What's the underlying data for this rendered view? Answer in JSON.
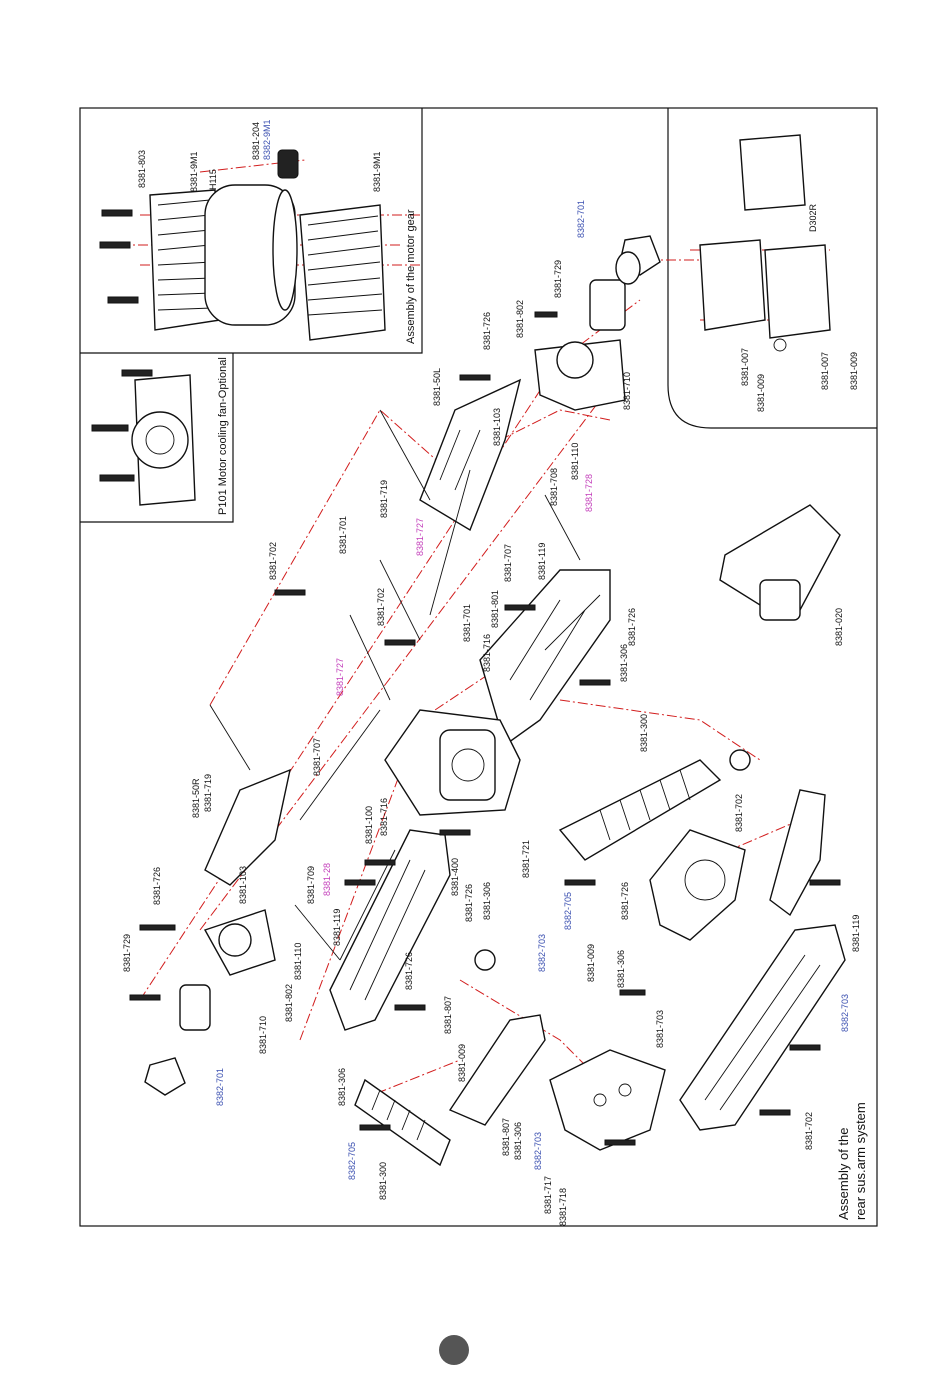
{
  "boxes": {
    "cooling_fan_title": "P101 Motor cooling fan-Optional",
    "motor_gear_title": "Assembly of the motor gear",
    "main_title_line1": "Assembly of the",
    "main_title_line2": "rear sus.arm system"
  },
  "labels": [
    {
      "id": "803",
      "text": "8381-803",
      "color": "black"
    },
    {
      "id": "9m1a",
      "text": "8381-9M1",
      "color": "black"
    },
    {
      "id": "h115",
      "text": "H115",
      "color": "black"
    },
    {
      "id": "204",
      "text": "8381-204",
      "color": "black"
    },
    {
      "id": "9m1b",
      "text": "8382-9M1",
      "color": "blue"
    },
    {
      "id": "9m1c",
      "text": "8381-9M1",
      "color": "black"
    },
    {
      "id": "d302r",
      "text": "D302R",
      "color": "black"
    },
    {
      "id": "701b_top",
      "text": "8382-701",
      "color": "blue"
    },
    {
      "id": "729_top",
      "text": "8381-729",
      "color": "black"
    },
    {
      "id": "726_top",
      "text": "8381-726",
      "color": "black"
    },
    {
      "id": "802_top",
      "text": "8381-802",
      "color": "black"
    },
    {
      "id": "50l",
      "text": "8381-50L",
      "color": "black"
    },
    {
      "id": "103_top",
      "text": "8381-103",
      "color": "black"
    },
    {
      "id": "710_top",
      "text": "8381-710",
      "color": "black"
    },
    {
      "id": "110_top",
      "text": "8381-110",
      "color": "black"
    },
    {
      "id": "708_top",
      "text": "8381-708",
      "color": "black"
    },
    {
      "id": "728",
      "text": "8381-728",
      "color": "pink"
    },
    {
      "id": "007a",
      "text": "8381-007",
      "color": "black"
    },
    {
      "id": "009a",
      "text": "8381-009",
      "color": "black"
    },
    {
      "id": "007b",
      "text": "8381-007",
      "color": "black"
    },
    {
      "id": "009b",
      "text": "8381-009",
      "color": "black"
    },
    {
      "id": "719_top",
      "text": "8381-719",
      "color": "black"
    },
    {
      "id": "701_top",
      "text": "8381-701",
      "color": "black"
    },
    {
      "id": "702_top",
      "text": "8381-702",
      "color": "black"
    },
    {
      "id": "727_top",
      "text": "8381-727",
      "color": "pink"
    },
    {
      "id": "707_top",
      "text": "8381-707",
      "color": "black"
    },
    {
      "id": "119_top",
      "text": "8381-119",
      "color": "black"
    },
    {
      "id": "702_mid",
      "text": "8381-702",
      "color": "black"
    },
    {
      "id": "701_mid",
      "text": "8381-701",
      "color": "black"
    },
    {
      "id": "801",
      "text": "8381-801",
      "color": "black"
    },
    {
      "id": "716_top",
      "text": "8381-716",
      "color": "black"
    },
    {
      "id": "726_mid",
      "text": "8381-726",
      "color": "black"
    },
    {
      "id": "306_mid",
      "text": "8381-306",
      "color": "black"
    },
    {
      "id": "020",
      "text": "8381-020",
      "color": "black"
    },
    {
      "id": "727_left",
      "text": "8381-727",
      "color": "pink"
    },
    {
      "id": "300_top",
      "text": "8381-300",
      "color": "black"
    },
    {
      "id": "707_left",
      "text": "8381-707",
      "color": "black"
    },
    {
      "id": "50r",
      "text": "8381-50R",
      "color": "black"
    },
    {
      "id": "719_left",
      "text": "8381-719",
      "color": "black"
    },
    {
      "id": "100",
      "text": "8381-100",
      "color": "black"
    },
    {
      "id": "716_left",
      "text": "8381-716",
      "color": "black"
    },
    {
      "id": "702_right",
      "text": "8381-702",
      "color": "black"
    },
    {
      "id": "726_left",
      "text": "8381-726",
      "color": "black"
    },
    {
      "id": "103_left",
      "text": "8381-103",
      "color": "black"
    },
    {
      "id": "709",
      "text": "8381-709",
      "color": "black"
    },
    {
      "id": "28",
      "text": "8381-28",
      "color": "pink"
    },
    {
      "id": "400",
      "text": "8381-400",
      "color": "black"
    },
    {
      "id": "721",
      "text": "8381-721",
      "color": "black"
    },
    {
      "id": "306_c",
      "text": "8381-306",
      "color": "black"
    },
    {
      "id": "726_c",
      "text": "8381-726",
      "color": "black"
    },
    {
      "id": "705_c",
      "text": "8382-705",
      "color": "blue"
    },
    {
      "id": "726_r",
      "text": "8381-726",
      "color": "black"
    },
    {
      "id": "729_left",
      "text": "8381-729",
      "color": "black"
    },
    {
      "id": "110_left",
      "text": "8381-110",
      "color": "black"
    },
    {
      "id": "119_left",
      "text": "8381-119",
      "color": "black"
    },
    {
      "id": "726_low",
      "text": "8381-726",
      "color": "black"
    },
    {
      "id": "703_c",
      "text": "8382-703",
      "color": "blue"
    },
    {
      "id": "009_c",
      "text": "8381-009",
      "color": "black"
    },
    {
      "id": "306_r",
      "text": "8381-306",
      "color": "black"
    },
    {
      "id": "119_r",
      "text": "8381-119",
      "color": "black"
    },
    {
      "id": "710_left",
      "text": "8381-710",
      "color": "black"
    },
    {
      "id": "802_left",
      "text": "8381-802",
      "color": "black"
    },
    {
      "id": "807_a",
      "text": "8381-807",
      "color": "black"
    },
    {
      "id": "703_r",
      "text": "8381-703",
      "color": "black"
    },
    {
      "id": "703_b",
      "text": "8382-703",
      "color": "blue"
    },
    {
      "id": "701b_left",
      "text": "8382-701",
      "color": "blue"
    },
    {
      "id": "306_left",
      "text": "8381-306",
      "color": "black"
    },
    {
      "id": "009_d",
      "text": "8381-009",
      "color": "black"
    },
    {
      "id": "807_b",
      "text": "8381-807",
      "color": "black"
    },
    {
      "id": "306_d",
      "text": "8381-306",
      "color": "black"
    },
    {
      "id": "703_d",
      "text": "8382-703",
      "color": "blue"
    },
    {
      "id": "702_bot",
      "text": "8381-702",
      "color": "black"
    },
    {
      "id": "705_left",
      "text": "8382-705",
      "color": "blue"
    },
    {
      "id": "300_left",
      "text": "8381-300",
      "color": "black"
    },
    {
      "id": "717",
      "text": "8381-717",
      "color": "black"
    },
    {
      "id": "718",
      "text": "8381-718",
      "color": "black"
    }
  ],
  "colors": {
    "line": "#111111",
    "centerline": "#d21d1d",
    "part_blue": "#3a4fb0",
    "part_pink": "#c23bb9",
    "page_dot": "#555555"
  }
}
